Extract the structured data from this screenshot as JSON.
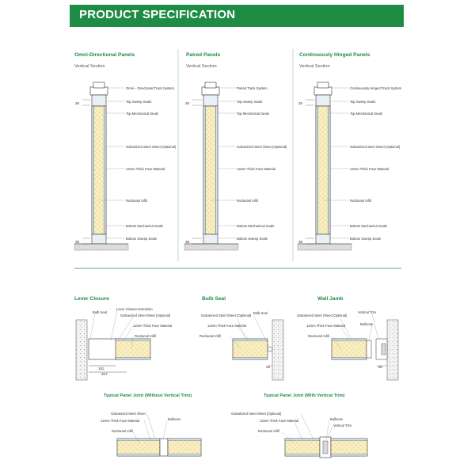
{
  "header": {
    "title": "PRODUCT SPECIFICATION",
    "color": "#1f8c45"
  },
  "vertical_sections": [
    {
      "title": "Omni-Directional Panels",
      "subtitle": "Vertical Section",
      "labels": [
        "Omni – Directional Track System",
        "Top Sweep Seals",
        "Top Mechanical Seals",
        "Galvanized Steel Sheet (Optional)",
        "12mm Thick Face Material",
        "Rockwool Infill",
        "Bottom Mechanical Seals",
        "Bottom Sweep Seals"
      ],
      "dims": [
        "25",
        "38"
      ]
    },
    {
      "title": "Paired Panels",
      "subtitle": "Vertical Section",
      "labels": [
        "Paired Track System",
        "Top Sweep Seals",
        "Top Mechanical Seals",
        "Galvanized Steel Sheet (Optional)",
        "12mm Thick Face Material",
        "Rockwool Infill",
        "Bottom Mechanical Seals",
        "Bottom Sweep Seals"
      ],
      "dims": [
        "25",
        "38"
      ]
    },
    {
      "title": "Continuously Hinged Panels",
      "subtitle": "Vertical Section",
      "labels": [
        "Continuously Hinged Track System",
        "Top Sweep Seals",
        "Top Mechanical Seals",
        "Galvanized Steel Sheet (Optional)",
        "12mm Thick Face Material",
        "Rockwool Infill",
        "Bottom Mechanical Seals",
        "Bottom Sweep Seals"
      ],
      "dims": [
        "25",
        "38"
      ]
    }
  ],
  "details": {
    "lever_closure": {
      "title": "Lever Closure",
      "labels": [
        "Bulb Seal",
        "Lever Closure Extension",
        "Galvanized Steel Sheet (Optional)",
        "12mm Thick Face Material",
        "Rockwool Infill"
      ],
      "dims": [
        "152",
        "207"
      ]
    },
    "bulb_seal": {
      "title": "Bulb Seal",
      "labels": [
        "Galvanized Steel Sheet (Optional)",
        "Bulb Seal",
        "12mm Thick Face Material",
        "Rockwool Infill"
      ],
      "dims": [
        "25"
      ]
    },
    "wall_jamb": {
      "title": "Wall Jamb",
      "labels": [
        "Galvanized Steel Sheet (Optional)",
        "Vertical Trim",
        "12mm Thick Face Material",
        "Bullnose",
        "Rockwool Infill"
      ],
      "dims": [
        "60"
      ]
    },
    "joint_without_trim": {
      "title": "Typical Panel Joint (Without Vertical Trim)",
      "labels": [
        "Galvanized Steel Sheet",
        "12mm Thick Face Material",
        "Bullnose",
        "Rockwool Infill"
      ]
    },
    "joint_with_trim": {
      "title": "Typical Panel Joint (With Vertical Trim)",
      "labels": [
        "Galvanized Steel Sheet (Optional)",
        "Bullnose",
        "12mm Thick Face Material",
        "Vertical Trim",
        "Rockwool Infill"
      ]
    }
  }
}
